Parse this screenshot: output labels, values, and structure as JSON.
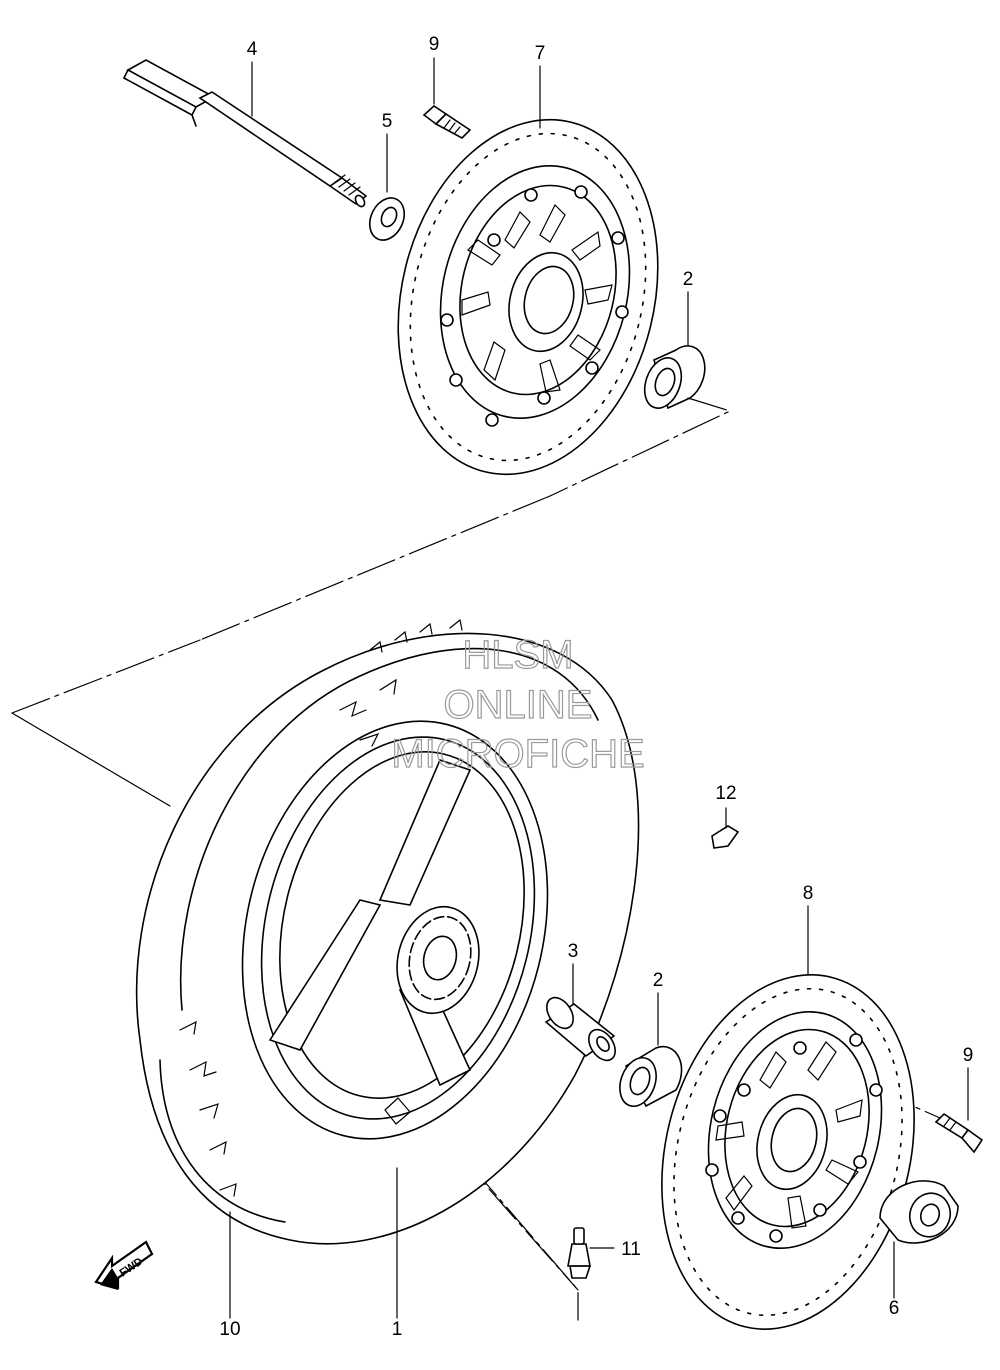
{
  "callouts": {
    "c4": "4",
    "c9a": "9",
    "c7": "7",
    "c5": "5",
    "c2a": "2",
    "c12": "12",
    "c8": "8",
    "c3": "3",
    "c2b": "2",
    "c9b": "9",
    "c11": "11",
    "c6": "6",
    "c10": "10",
    "c1": "1"
  },
  "watermark": {
    "line1": "HLSM",
    "line2": "ONLINE",
    "line3": "MICROFICHE"
  },
  "fwd_label": "FWD"
}
